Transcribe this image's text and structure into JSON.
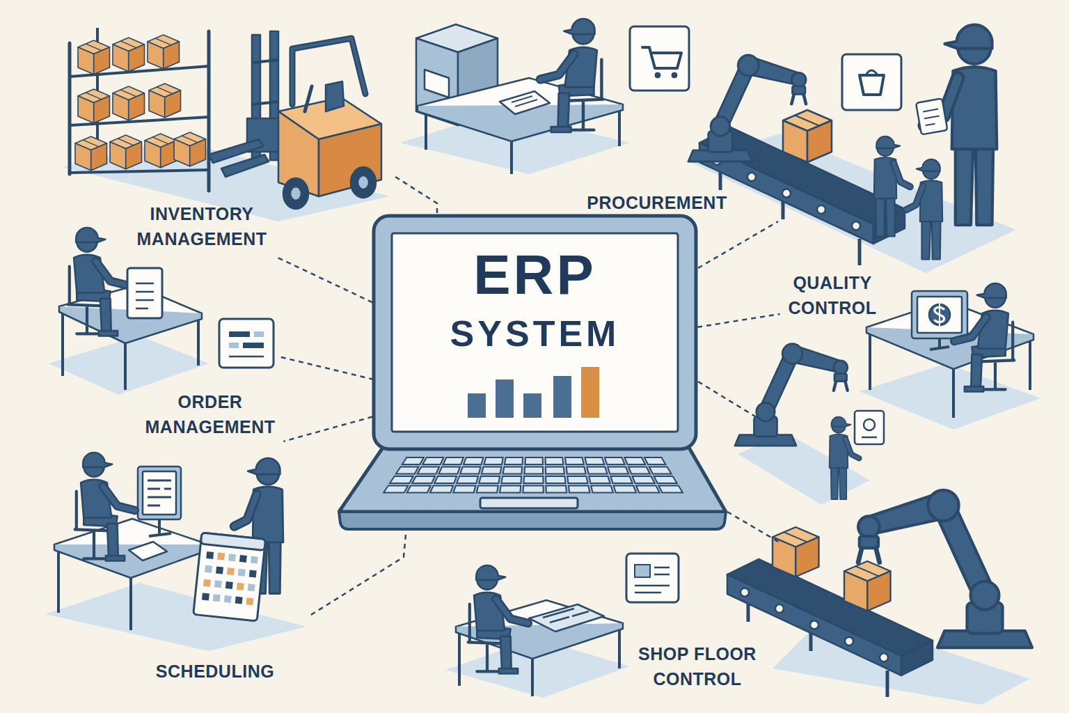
{
  "diagram": {
    "nodes": [
      {
        "text": [
          "INVENTORY MANAGEMENT"
        ]
      },
      {
        "text": [
          "PROCUREMENT"
        ]
      },
      {
        "text": [
          "ERP",
          "SYSTEM"
        ]
      },
      {
        "text": [
          "QUALITY CONTROL"
        ]
      },
      {
        "text": [
          "ORDER MANAGEMENT"
        ]
      },
      {
        "text": [
          "SCHEDULING"
        ]
      },
      {
        "text": [
          "SHOP FLOOR CONTROL"
        ]
      }
    ],
    "edges": [
      {
        "from": 2,
        "to": 0,
        "arrow": "none"
      },
      {
        "from": 2,
        "to": 3,
        "arrow": "none"
      },
      {
        "from": 2,
        "to": 4,
        "arrow": "none"
      }
    ]
  }
}
